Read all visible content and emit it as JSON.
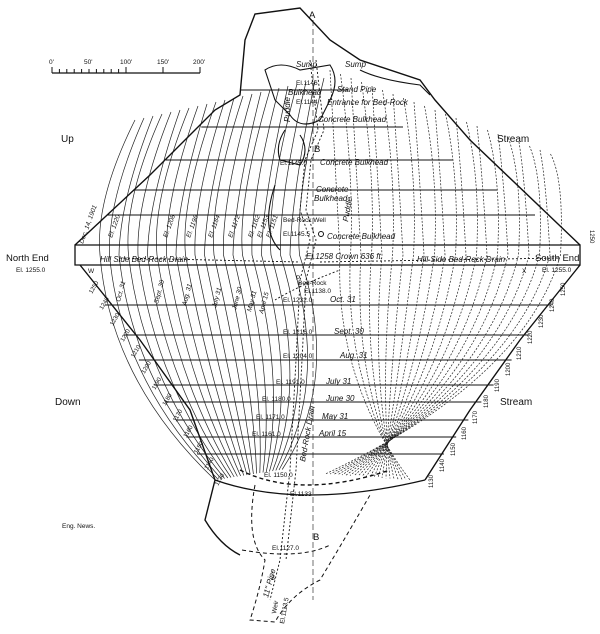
{
  "scale_bar": {
    "ticks": [
      "0'",
      "50'",
      "100'",
      "150'",
      "200'"
    ]
  },
  "orientation": {
    "up": "Up",
    "stream_top": "Stream",
    "down": "Down",
    "stream_bottom": "Stream"
  },
  "ends": {
    "north": {
      "label": "North End",
      "elevation": "El. 1255.0"
    },
    "south": {
      "label": "South End",
      "elevation": "El. 1255.0"
    }
  },
  "markers": {
    "A": "A",
    "B": "B",
    "B2": "B",
    "W": "W",
    "X": "X",
    "P": "P",
    "Z": "Z"
  },
  "features": {
    "sump_left": "Sump",
    "sump_right": "Sump",
    "stand_pipe": "Stand Pipe",
    "bulkhead_top": "Bulkhead",
    "el_top": "El.1146",
    "el_top2": "El.1144",
    "entrance": "Entrance for Bed-Rock",
    "concrete_bulkhead_1": "Concrete Bulkhead",
    "concrete_bulkhead_2": "Concrete Bulkhead",
    "el_1145": "El.1145.0",
    "concrete_bulkhead_3a": "Concrete",
    "concrete_bulkhead_3b": "Bulkhead",
    "puddle_top": "Puddle",
    "puddle_mid": "Puddle",
    "bed_rock_well": "Bed-Rock Well",
    "el_1145_5": "El.1145.5",
    "concrete_bulkhead_4": "Concrete Bulkhead",
    "crown": "El.1258  Crown  636 ft.",
    "hill_drain_left": "Hill Side Bed-Rock Drain",
    "hill_drain_right": "Hill Side Bed-Rock Drain",
    "bed_rock_lower": "Bed-Rock",
    "el_1138": "El.1138.0",
    "bed_rock_drain": "Bed-Rock Drain",
    "pipe": "11\" Pipe",
    "weir": "Weir",
    "weir_el": "El.1113.5",
    "el_1133": "El.1133",
    "el_1127": "El.1127.0",
    "el_1150": "El. 1150.0",
    "eng_news": "Eng. News."
  },
  "fill_progress": [
    {
      "elevation": "El. 1232.0",
      "date": "Oct. 31"
    },
    {
      "elevation": "El. 1216.0",
      "date": "Sept. 30"
    },
    {
      "elevation": "El. 1204.0",
      "date": "Aug. 31"
    },
    {
      "elevation": "El. 1191.0",
      "date": "July 31"
    },
    {
      "elevation": "El. 1180.0",
      "date": "June 30"
    },
    {
      "elevation": "El. 1171.0",
      "date": "May 31"
    },
    {
      "elevation": "El. 1161.0",
      "date": "April 15"
    }
  ],
  "upstream_labels": [
    "Dec. 14, 1901",
    "El. 1220",
    "El. 1208",
    "El. 1196",
    "El. 1184",
    "El. 1172",
    "El. 1162",
    "El. 1153",
    "El. 1151"
  ],
  "downstream_dates": [
    "Oct. 31",
    "Sept. 30",
    "Aug. 31",
    "July 31",
    "June 30",
    "May 31",
    "April 15"
  ],
  "contours_left": [
    "1250",
    "1240",
    "1230",
    "1220",
    "1210",
    "1200",
    "1190",
    "1180",
    "1170",
    "1160",
    "1150",
    "1140",
    "1130"
  ],
  "contours_right": [
    "1250",
    "1240",
    "1230",
    "1220",
    "1210",
    "1200",
    "1190",
    "1180",
    "1170",
    "1160",
    "1150",
    "1140",
    "1130"
  ],
  "contour_top_right": "1250"
}
